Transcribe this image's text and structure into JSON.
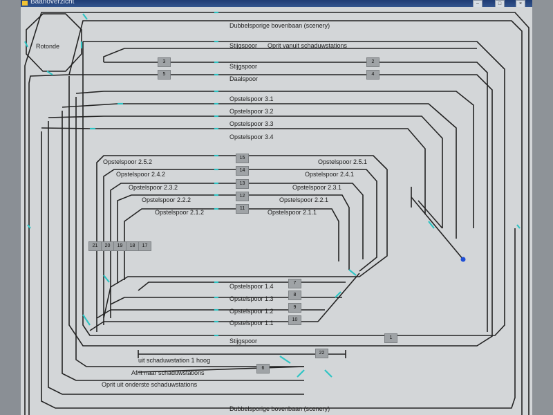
{
  "window": {
    "title": "Baanoverzicht"
  },
  "colors": {
    "track": "#222222",
    "section_marker": "#2ec4c4",
    "occupied": "#1f4fd6"
  },
  "labels": {
    "rotonde": "Rotonde",
    "dubbel_top": "Dubbelsporige bovenbaan (scenery)",
    "stijgspoor_top": "Stijgspoor",
    "oprit_schaduw": "Oprit vanuit schaduwstations",
    "stijgspoor_2": "Stijgspoor",
    "daalspoor": "Daalspoor",
    "op31": "Opstelspoor 3.1",
    "op32": "Opstelspoor 3.2",
    "op33": "Opstelspoor 3.3",
    "op34": "Opstelspoor 3.4",
    "op252_l": "Opstelspoor 2.5.2",
    "op242_l": "Opstelspoor 2.4.2",
    "op232_l": "Opstelspoor 2.3.2",
    "op222_l": "Opstelspoor 2.2.2",
    "op212_l": "Opstelspoor 2.1.2",
    "op251_r": "Opstelspoor 2.5.1",
    "op241_r": "Opstelspoor 2.4.1",
    "op231_r": "Opstelspoor 2.3.1",
    "op221_r": "Opstelspoor 2.2.1",
    "op211_r": "Opstelspoor 2.1.1",
    "op14": "Opstelspoor 1.4",
    "op13": "Opstelspoor 1.3",
    "op12": "Opstelspoor 1.2",
    "op11": "Opstelspoor 1.1",
    "stijgspoor_bottom": "Stijgspoor",
    "uit_schaduw": "uit schaduwstation 1 hoog",
    "afrit_schaduw": "Afrit naar schaduwstations",
    "oprit_onderste": "Oprit uit onderste schaduwstations",
    "dubbel_bottom": "Dubbelsporige bovenbaan (scenery)"
  },
  "blocks": {
    "b3": "3",
    "b2": "2",
    "b5": "5",
    "b4": "4",
    "b15": "15",
    "b14": "14",
    "b13": "13",
    "b12": "12",
    "b11": "11",
    "b21": "21",
    "b20": "20",
    "b19": "19",
    "b18": "18",
    "b17": "17",
    "b7": "7",
    "b8": "8",
    "b9": "9",
    "b10": "10",
    "b1": "1",
    "b22": "22",
    "b6": "6"
  }
}
